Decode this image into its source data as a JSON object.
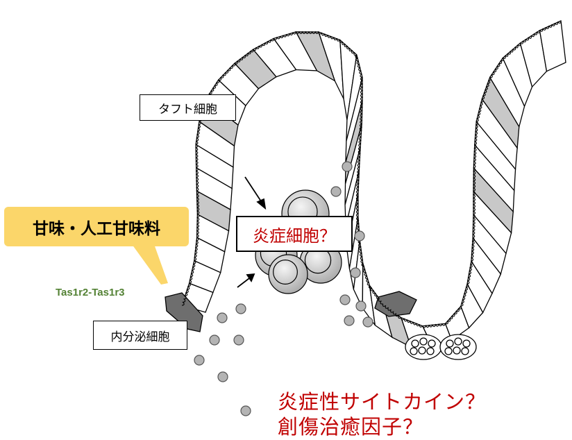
{
  "labels": {
    "tuft_cell": "タフト細胞",
    "enteroendocrine_cell": "内分泌細胞",
    "inflammatory_cell": "炎症細胞？",
    "sweeteners": "甘味・人工甘味料",
    "receptor": "Tas1r2-Tas1r3",
    "cytokine_question": "炎症性サイトカイン？",
    "repair_question": "創傷治癒因子？"
  },
  "colors": {
    "sweet_box": "#fbd66a",
    "receptor_text": "#548235",
    "question_text": "#c00000",
    "tuft_cell_fill": "#c8c8c8",
    "endocrine_cell_fill": "#6e6e6e",
    "secreted_dot": "#b4b4b4"
  }
}
